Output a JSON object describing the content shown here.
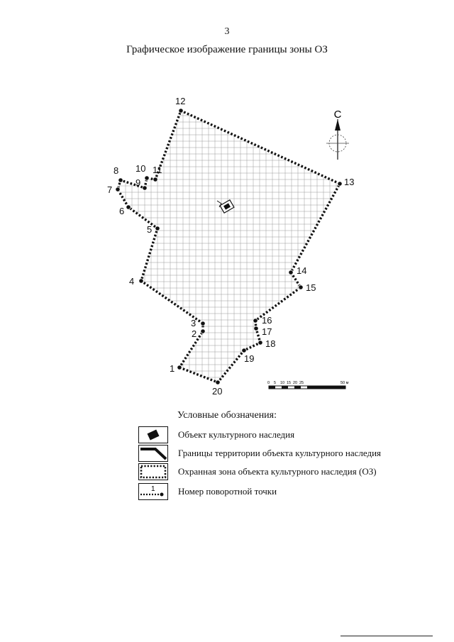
{
  "page": {
    "number": "3",
    "title": "Графическое изображение границы зоны ОЗ"
  },
  "map": {
    "north_label": "С",
    "scale_ticks": [
      "0",
      "5",
      "10",
      "15",
      "20",
      "25"
    ],
    "scale_end_label": "50 м",
    "points": [
      {
        "label": "1"
      },
      {
        "label": "2"
      },
      {
        "label": "3"
      },
      {
        "label": "4"
      },
      {
        "label": "5"
      },
      {
        "label": "6"
      },
      {
        "label": "7"
      },
      {
        "label": "8"
      },
      {
        "label": "9"
      },
      {
        "label": "10"
      },
      {
        "label": "11"
      },
      {
        "label": "12"
      },
      {
        "label": "13"
      },
      {
        "label": "14"
      },
      {
        "label": "15"
      },
      {
        "label": "16"
      },
      {
        "label": "17"
      },
      {
        "label": "18"
      },
      {
        "label": "19"
      },
      {
        "label": "20"
      }
    ]
  },
  "legend": {
    "title": "Условные обозначения:",
    "items": [
      {
        "label": "Объект культурного наследия"
      },
      {
        "label": "Границы территории объекта культурного наследия"
      },
      {
        "label": "Охранная зона объекта культурного наследия (ОЗ)"
      },
      {
        "label": "Номер поворотной точки",
        "swatch_text": "1"
      }
    ]
  },
  "colors": {
    "ink": "#111111",
    "grid": "#9a9a9a",
    "paper": "#ffffff"
  }
}
